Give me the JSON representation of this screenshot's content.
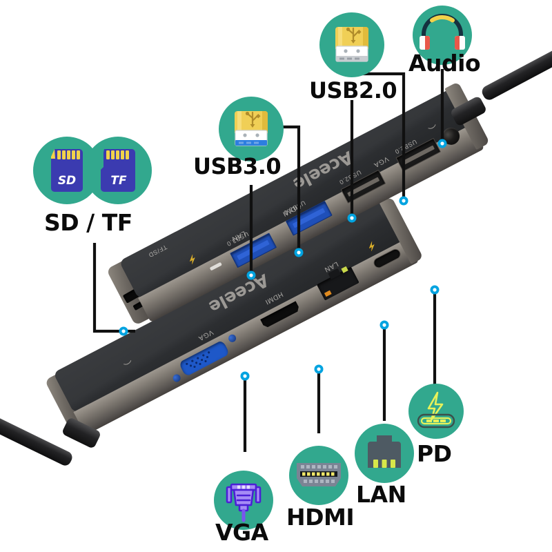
{
  "product": {
    "brand": "Aceele",
    "type": "usb-c-multiport-hub-diagram"
  },
  "callouts": [
    {
      "id": "sd-tf",
      "label": "SD / TF",
      "icon": "sd-card-icon",
      "icon2": "tf-card-icon"
    },
    {
      "id": "usb30",
      "label": "USB3.0",
      "icon": "usb-flash-drive-blue-icon"
    },
    {
      "id": "usb20",
      "label": "USB2.0",
      "icon": "usb-flash-drive-grey-icon"
    },
    {
      "id": "audio",
      "label": "Audio",
      "icon": "headphones-icon"
    },
    {
      "id": "vga",
      "label": "VGA",
      "icon": "vga-connector-icon"
    },
    {
      "id": "hdmi",
      "label": "HDMI",
      "icon": "hdmi-connector-icon"
    },
    {
      "id": "lan",
      "label": "LAN",
      "icon": "rj45-ethernet-icon"
    },
    {
      "id": "pd",
      "label": "PD",
      "icon": "usb-c-lightning-icon"
    }
  ],
  "card_icons": {
    "sd_text": "SD",
    "tf_text": "TF"
  },
  "device_top": {
    "brand_text": "Aceele",
    "port_labels": [
      "LAN",
      "HDMI",
      "USB3.0",
      "USB3.0",
      "USB2.0",
      "USB2.0",
      "VGA",
      "TF/SD"
    ]
  },
  "device_bottom": {
    "brand_text": "Aceele",
    "port_labels": [
      "VGA",
      "HDMI",
      "LAN",
      "TF/SD"
    ]
  },
  "colors": {
    "teal": "#32a88e",
    "teal_dark": "#2b9a81",
    "callout_dot": "#00a3e0",
    "leader_line": "#101010",
    "label_text": "#0b0b0b",
    "card_blue": "#3b3bb0",
    "card_gold": "#f2d24a",
    "usb_body_yellow": "#f0cf56",
    "usb_conn_blue": "#2d7ee0",
    "usb_conn_grey": "#c9cdd1",
    "headphone_band": "#f2d24a",
    "headphone_arc": "#15313f",
    "headphone_cup": "#e8584a",
    "vga_purple": "#8c6ef0",
    "vga_outline": "#4b1fd6",
    "hdmi_grey": "#7b8494",
    "hdmi_pin": "#f2e96a",
    "lan_slate": "#4e5a63",
    "lan_pin": "#d8e84a",
    "pd_bolt": "#e8f25a",
    "hub_dark": "#333538",
    "hub_metal": "#7d776f"
  }
}
